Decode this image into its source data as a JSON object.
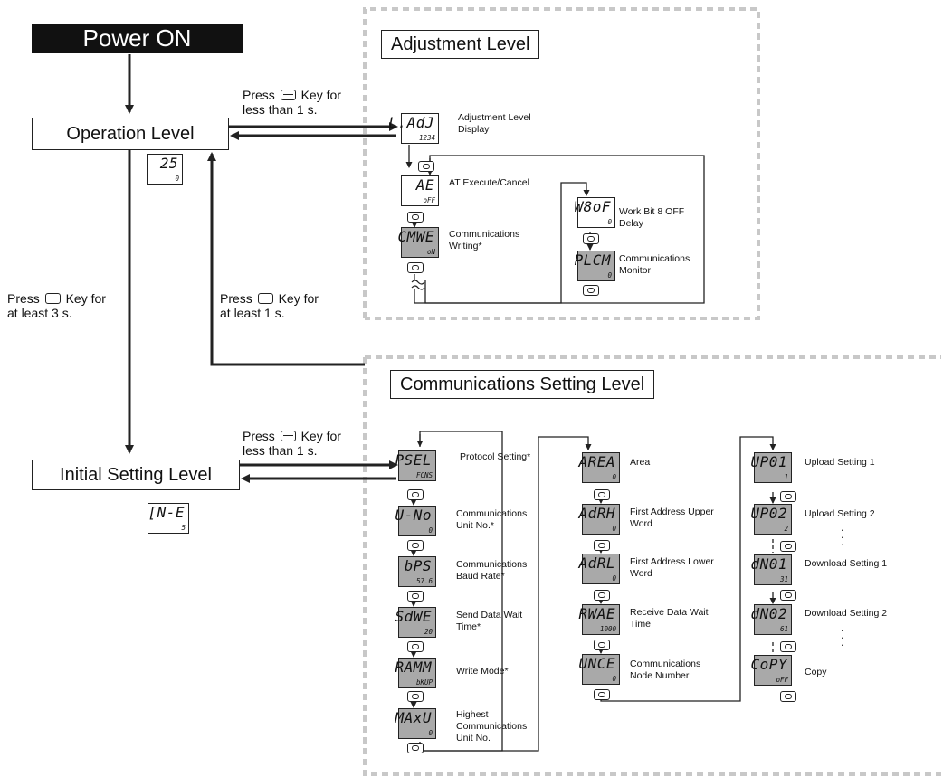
{
  "power_on": "Power ON",
  "levels": {
    "operation": "Operation Level",
    "initial": "Initial Setting Level",
    "adjustment": "Adjustment Level",
    "communications": "Communications Setting Level"
  },
  "transitions": {
    "op_to_adj": {
      "line1": "Press",
      "line1b": "Key for",
      "line2": "less than 1 s."
    },
    "init_to_comm": {
      "line1": "Press",
      "line1b": "Key for",
      "line2": "less than 1 s."
    },
    "op_to_init": {
      "line1": "Press",
      "line1b": "Key for",
      "line2": "at least 3 s."
    },
    "back_to_op": {
      "line1": "Press",
      "line1b": "Key for",
      "line2": "at least 1 s."
    }
  },
  "operation_display": {
    "main": "25",
    "sub": "0"
  },
  "initial_display": {
    "main": "[N-E",
    "sub": "5"
  },
  "adjustment": [
    {
      "main": "L.AdJ",
      "sub": "1234",
      "desc1": "Adjustment Level",
      "desc2": "Display",
      "gray": false
    },
    {
      "main": "AE",
      "sub": "oFF",
      "desc1": "AT Execute/Cancel",
      "desc2": "",
      "gray": false
    },
    {
      "main": "CMWE",
      "sub": "oN",
      "desc1": "Communications",
      "desc2": "Writing*",
      "gray": true
    },
    {
      "main": "W8oF",
      "sub": "0",
      "desc1": "Work Bit 8 OFF",
      "desc2": "Delay",
      "gray": false
    },
    {
      "main": "PLCM",
      "sub": "0",
      "desc1": "Communications",
      "desc2": "Monitor",
      "gray": true
    }
  ],
  "comm_col1": [
    {
      "main": "PSEL",
      "sub": "FCNS",
      "desc1": "Protocol Setting*",
      "desc2": "",
      "desc3": ""
    },
    {
      "main": "U-No",
      "sub": "0",
      "desc1": "Communications",
      "desc2": "Unit No.*",
      "desc3": ""
    },
    {
      "main": "bPS",
      "sub": "57.6",
      "desc1": "Communications",
      "desc2": "Baud Rate*",
      "desc3": ""
    },
    {
      "main": "SdWE",
      "sub": "20",
      "desc1": "Send Data Wait",
      "desc2": "Time*",
      "desc3": ""
    },
    {
      "main": "RAMM",
      "sub": "bKUP",
      "desc1": "Write Mode*",
      "desc2": "",
      "desc3": ""
    },
    {
      "main": "MAxU",
      "sub": "0",
      "desc1": "Highest",
      "desc2": "Communications",
      "desc3": "Unit No."
    }
  ],
  "comm_col2": [
    {
      "main": "AREA",
      "sub": "0",
      "desc1": "Area",
      "desc2": ""
    },
    {
      "main": "AdRH",
      "sub": "0",
      "desc1": "First Address Upper",
      "desc2": "Word"
    },
    {
      "main": "AdRL",
      "sub": "0",
      "desc1": "First Address Lower",
      "desc2": "Word"
    },
    {
      "main": "RWAE",
      "sub": "1000",
      "desc1": "Receive Data Wait",
      "desc2": "Time"
    },
    {
      "main": "UNCE",
      "sub": "0",
      "desc1": "Communications",
      "desc2": "Node Number"
    }
  ],
  "comm_col3": [
    {
      "main": "UP01",
      "sub": "1",
      "desc1": "Upload Setting 1"
    },
    {
      "main": "UP02",
      "sub": "2",
      "desc1": "Upload Setting 2"
    },
    {
      "main": "dN01",
      "sub": "31",
      "desc1": "Download Setting 1"
    },
    {
      "main": "dN02",
      "sub": "61",
      "desc1": "Download Setting 2"
    },
    {
      "main": "CoPY",
      "sub": "oFF",
      "desc1": "Copy"
    }
  ]
}
